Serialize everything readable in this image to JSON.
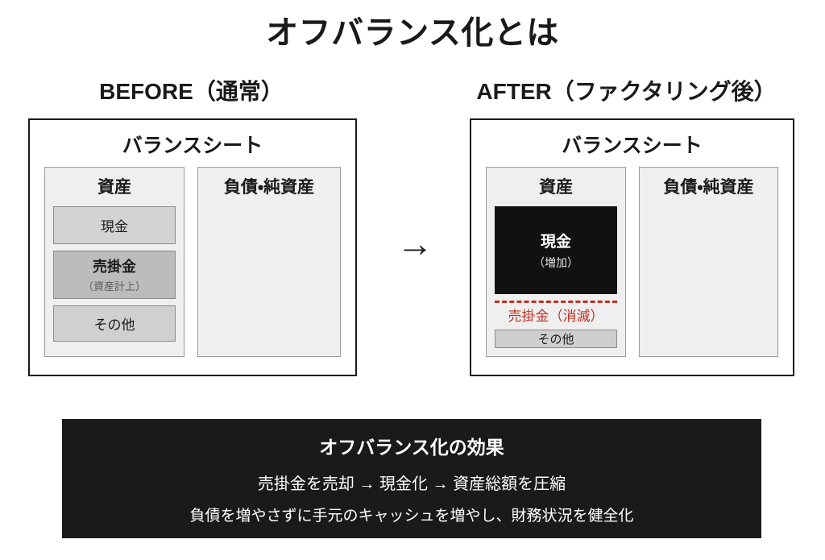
{
  "title": "オフバランス化とは",
  "columns": [
    {
      "header": "BEFORE（通常）",
      "sheet_title": "バランスシート",
      "assets_title": "資産",
      "liabilities_title": "負債・純資産",
      "items": [
        {
          "label": "現金",
          "sub": ""
        },
        {
          "label": "売掛金",
          "sub": "（資産計上）"
        },
        {
          "label": "その他",
          "sub": ""
        }
      ]
    },
    {
      "header": "AFTER（ファクタリング後）",
      "sheet_title": "バランスシート",
      "assets_title": "資産",
      "liabilities_title": "負債・純資産",
      "cash": {
        "label": "現金",
        "sub": "（増加）"
      },
      "removed": {
        "label": "売掛金（消滅）"
      },
      "other": {
        "label": "その他"
      }
    }
  ],
  "arrow": "→",
  "effect": {
    "title": "オフバランス化の効果",
    "line1": "売掛金を売却 → 現金化 → 資産総額を圧縮",
    "line2": "負債を増やさずに手元のキャッシュを増やし、財務状況を健全化"
  },
  "colors": {
    "ink": "#1a1a1a",
    "alert_red": "#bf3027",
    "panel_fill": "#efefef",
    "item_fill": "#d3d3d3",
    "item_fill_highlight": "#bcbcbc",
    "cash_fill": "#111111"
  }
}
